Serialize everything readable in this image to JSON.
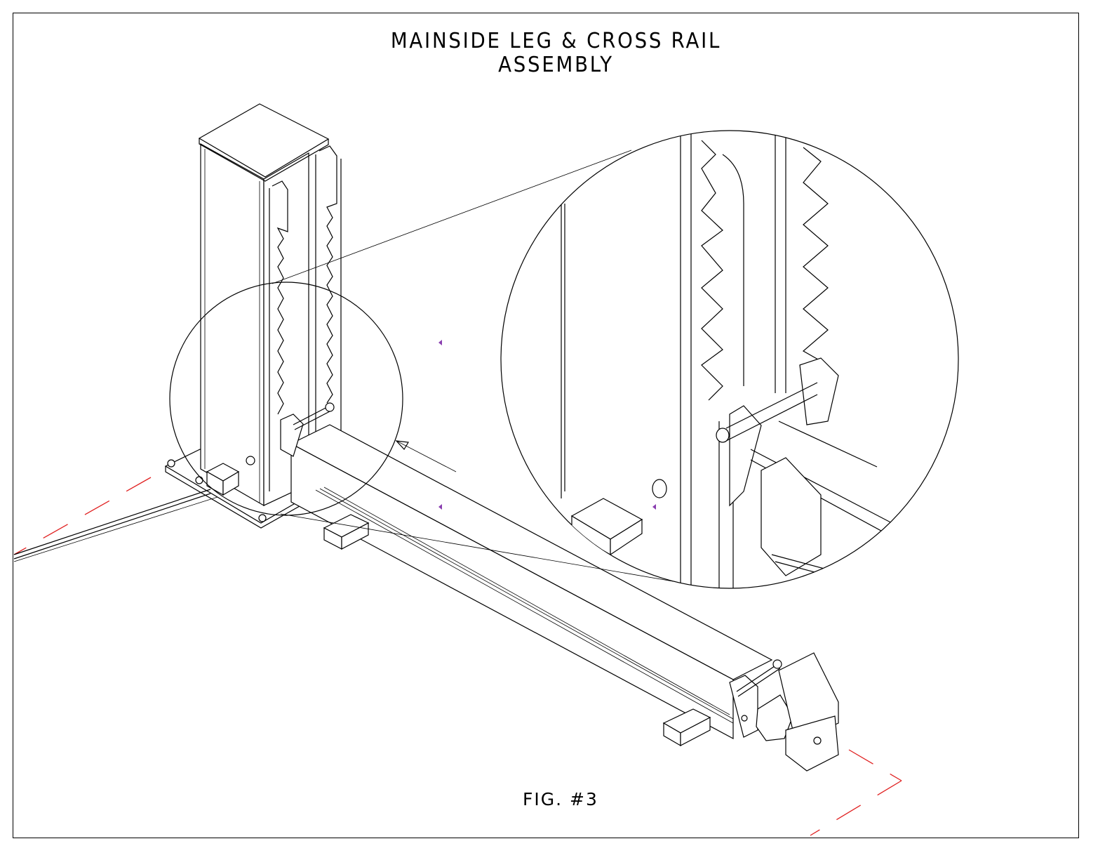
{
  "title": {
    "line1": "MAINSIDE LEG & CROSS RAIL",
    "line2": "ASSEMBLY"
  },
  "figure_label": "FIG. #3",
  "colors": {
    "line": "#000000",
    "dimension_line": "#e02020",
    "marker": "#8a3fb0",
    "background": "#ffffff"
  }
}
